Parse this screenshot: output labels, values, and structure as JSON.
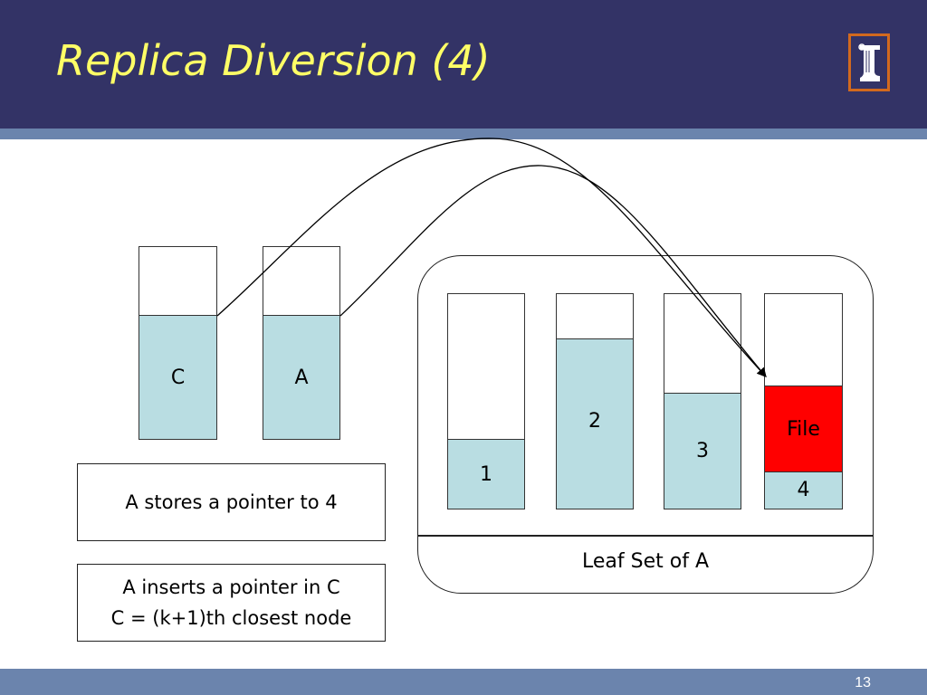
{
  "slide": {
    "title": "Replica Diversion (4)",
    "page_number": "13",
    "logo_icon": "illinois-column-logo",
    "colors": {
      "header": "#333366",
      "stripe": "#6b84ad",
      "title": "#ffff66",
      "fill": "#b9dde2",
      "file": "#ff0000",
      "logo_border": "#d2691e"
    }
  },
  "nodes": [
    {
      "label": "C",
      "fill_fraction": 0.64
    },
    {
      "label": "A",
      "fill_fraction": 0.64
    }
  ],
  "leaf_set": {
    "label": "Leaf Set of A",
    "nodes": [
      {
        "label": "1",
        "fill_fraction": 0.32
      },
      {
        "label": "2",
        "fill_fraction": 0.79
      },
      {
        "label": "3",
        "fill_fraction": 0.54
      },
      {
        "label": "4",
        "fill_fraction": 0.17,
        "file_label": "File",
        "file_fraction": 0.4
      }
    ]
  },
  "notes": [
    {
      "lines": [
        "A stores a pointer to 4"
      ]
    },
    {
      "lines": [
        "A inserts a pointer in C",
        "C = (k+1)th closest node"
      ]
    }
  ]
}
